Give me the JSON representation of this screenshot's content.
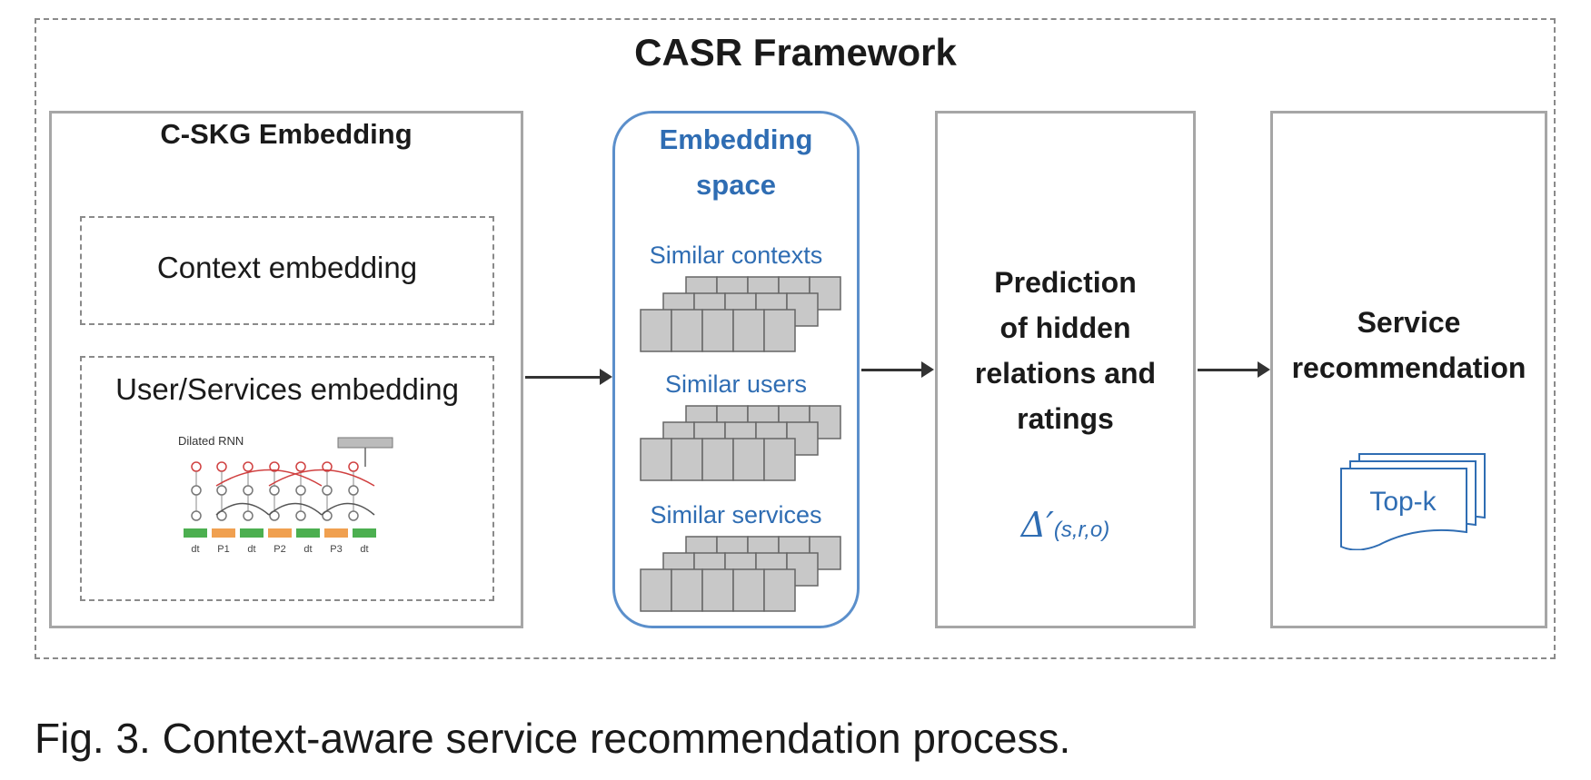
{
  "diagram": {
    "title": "CASR Framework",
    "caption": "Fig. 3. Context-aware service recommendation process.",
    "panels": {
      "cskg": {
        "heading": "C-SKG Embedding",
        "context_box": "Context embedding",
        "user_box": "User/Services embedding",
        "rnn_label": "Dilated RNN",
        "rnn_inputs": [
          "dt",
          "P1",
          "dt",
          "P2",
          "dt",
          "P3",
          "dt"
        ]
      },
      "embedding_space": {
        "heading_line1": "Embedding",
        "heading_line2": "space",
        "groups": [
          "Similar contexts",
          "Similar users",
          "Similar services"
        ]
      },
      "prediction": {
        "lines": [
          "Prediction",
          "of hidden",
          "relations and",
          "ratings"
        ],
        "symbol": "Δ′",
        "symbol_subscript": "(s,r,o)"
      },
      "recommendation": {
        "lines": [
          "Service",
          "recommendation"
        ],
        "doc_label": "Top-k"
      }
    },
    "colors": {
      "accent_blue": "#2f6db3",
      "panel_border": "#a6a6a6",
      "blue_border": "#5b8fcb",
      "cell_fill": "#c8c8c8",
      "rnn_green": "#4caf50",
      "rnn_orange": "#f0a050",
      "rnn_red": "#d04040"
    }
  }
}
